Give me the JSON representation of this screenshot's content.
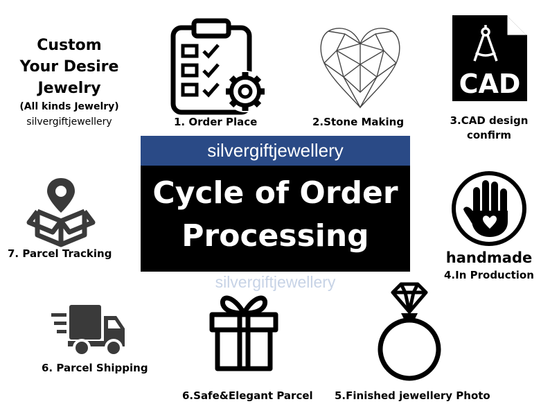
{
  "headline": {
    "line1": "Custom",
    "line2": "Your Desire",
    "line3": "Jewelry",
    "subtitle": "(All kinds Jewelry)",
    "brand": "silvergiftjewellery"
  },
  "center": {
    "brand_bar": "silvergiftjewellery",
    "title_line1": "Cycle of Order",
    "title_line2": "Processing",
    "watermark": "silvergiftjewellery"
  },
  "steps": {
    "order_place": "1. Order Place",
    "stone_making": "2.Stone Making",
    "cad_line1": "3.CAD design",
    "cad_line2": "confirm",
    "in_production": "4.In Production",
    "finished_photo": "5.Finished jewellery Photo",
    "safe_parcel": "6.Safe&Elegant Parcel",
    "parcel_shipping": "6. Parcel Shipping",
    "parcel_tracking": "7. Parcel Tracking"
  },
  "icons": {
    "cad_text": "CAD",
    "handmade_text": "handmade"
  },
  "colors": {
    "brand_bar": "#2a4a86",
    "title_bg": "#000000",
    "watermark": "#c7d3e6",
    "icon": "#000000",
    "icon_grey": "#3a3a3a"
  }
}
